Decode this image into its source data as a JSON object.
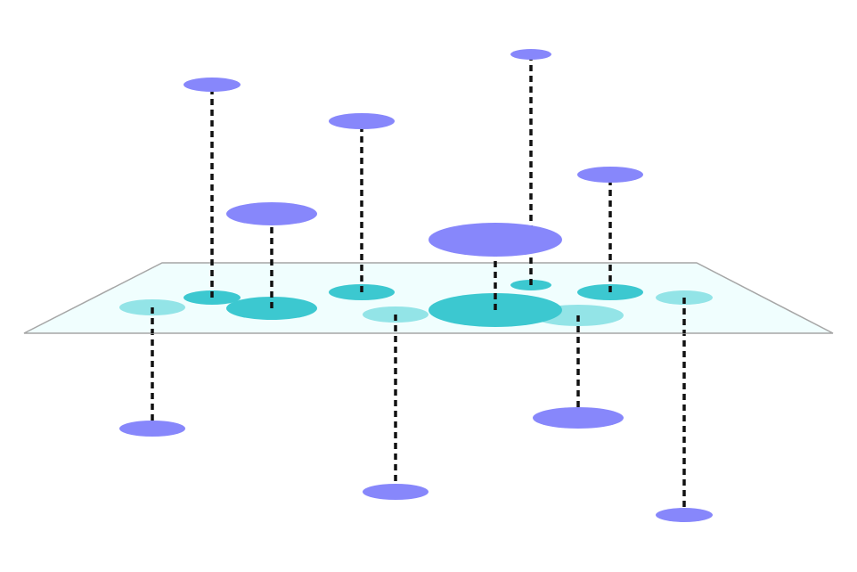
{
  "colors": {
    "background": "#ffffff",
    "plane_fill": "#f0fefe",
    "plane_stroke": "#a6a6a6",
    "floating_ellipse": "#8787fb",
    "shadow_dark": "#3cc8d0",
    "shadow_light": "#93e4e7",
    "connector": "#111111"
  },
  "diagram": {
    "description_elements": [
      "reference-plane",
      "points-above-plane",
      "points-below-plane",
      "dashed-connectors",
      "plane-shadows"
    ]
  }
}
